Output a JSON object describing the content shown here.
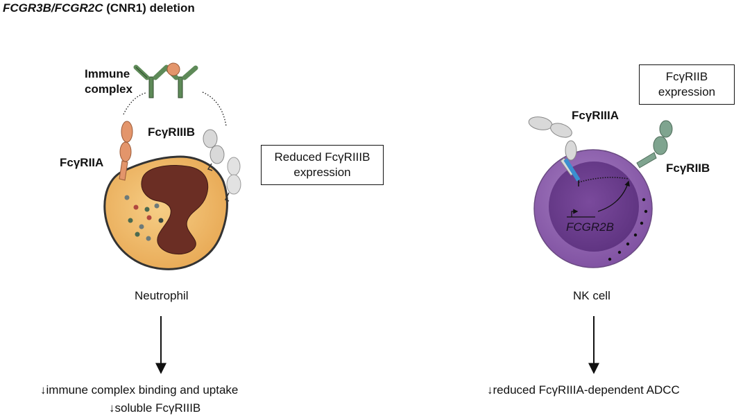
{
  "title": {
    "italic_part": "FCGR3B/FCGR2C",
    "plain_part": " (CNR1) deletion"
  },
  "neutrophil_panel": {
    "immune_complex_label_line1": "Immune",
    "immune_complex_label_line2": "complex",
    "fcgr2a_label": "FcγRIIA",
    "fcgr3b_label": "FcγRIIIB",
    "box_line1": "Reduced FcγRIIIB",
    "box_line2": "expression",
    "cell_label": "Neutrophil",
    "outcome_line1": "immune complex binding and uptake",
    "outcome_line2": "soluble FcγRIIIB",
    "down_arrow_glyph": "↓"
  },
  "nk_panel": {
    "box_line1": "FcγRIIB",
    "box_line2": "expression",
    "fcgr3a_label": "FcγRIIIA",
    "fcgr2b_label": "FcγRIIB",
    "gene_label": "FCGR2B",
    "cell_label": "NK cell",
    "outcome_line1": "reduced FcγRIIIA-dependent ADCC",
    "down_arrow_glyph": "↓"
  },
  "colors": {
    "neutrophil_fill": "#F2BE6E",
    "neutrophil_nucleus": "#6B2E24",
    "fcgr2a_fill": "#E3956B",
    "fcgr3b_fill": "#D9D9D9",
    "antibody_fill": "#5E8A58",
    "antigen_fill": "#E3956B",
    "nk_outer": "#8A5CA8",
    "nk_inner": "#6C3F8C",
    "fcgr2b_fill": "#7FA48F",
    "fcgr3a_stalk": "#3B8FD0"
  }
}
